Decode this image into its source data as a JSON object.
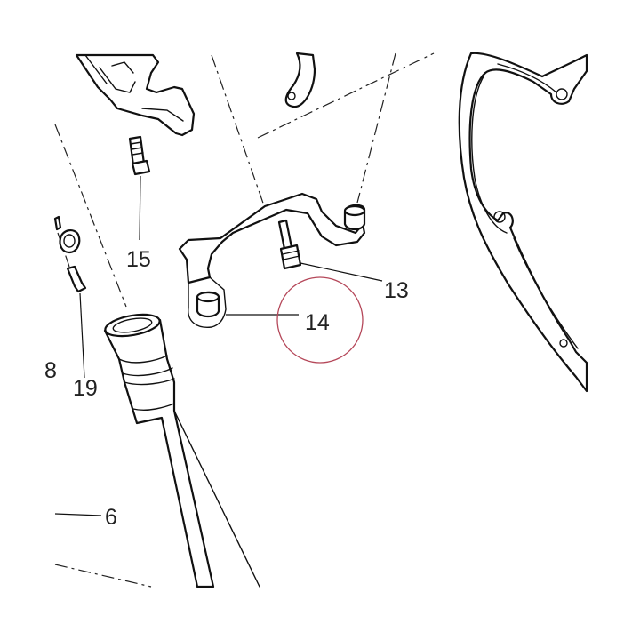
{
  "callouts": {
    "c15": "15",
    "c13": "13",
    "c14": "14",
    "c19": "19",
    "c6": "6",
    "c8": "8"
  },
  "colors": {
    "line": "#111111",
    "highlight_circle": "#b5485a",
    "background": "#ffffff"
  }
}
